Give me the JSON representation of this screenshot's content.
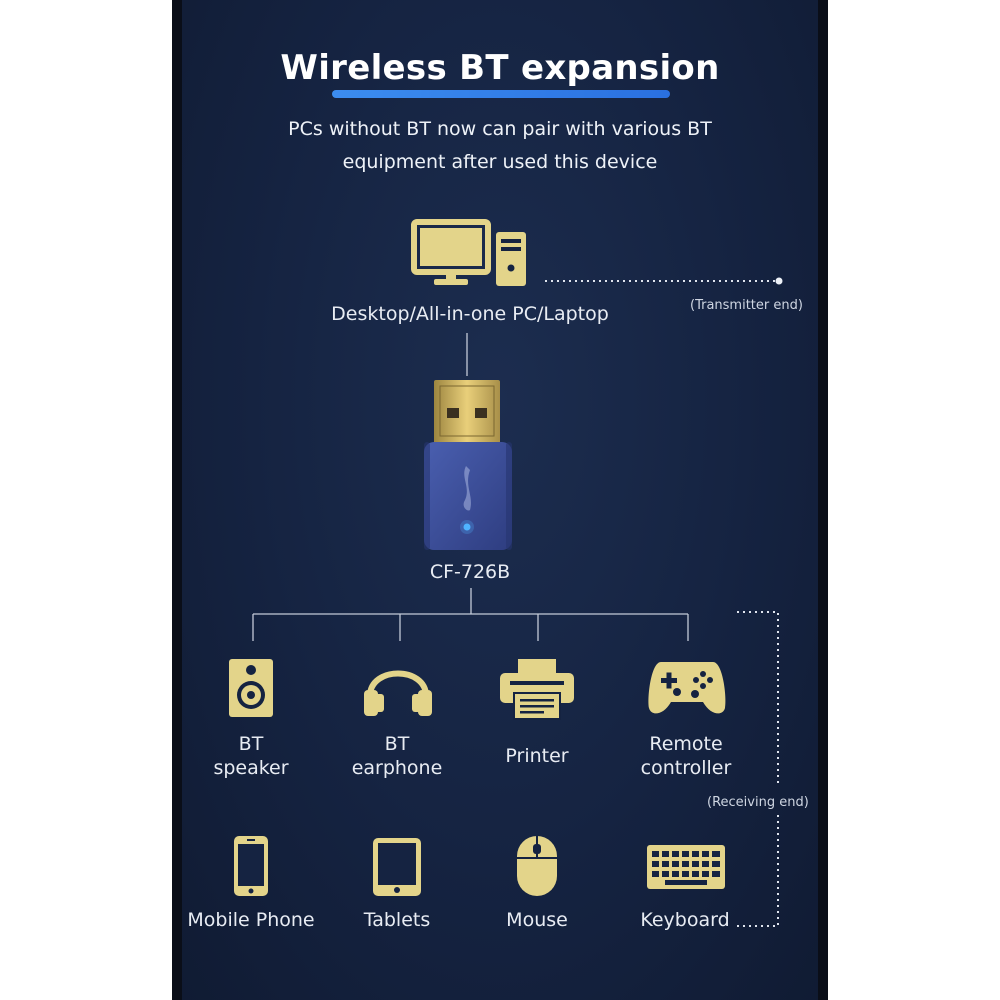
{
  "title": "Wireless BT expansion",
  "subtitle_line1": "PCs without BT now can pair with various BT",
  "subtitle_line2": "equipment after used this device",
  "pc_label": "Desktop/All-in-one PC/Laptop",
  "transmitter_label": "(Transmitter end)",
  "device_label": "CF-726B",
  "receiving_label": "(Receiving end)",
  "devices_row1": [
    {
      "line1": "BT",
      "line2": "speaker",
      "icon": "speaker-icon"
    },
    {
      "line1": "BT",
      "line2": "earphone",
      "icon": "headphones-icon"
    },
    {
      "line1": "Printer",
      "line2": "",
      "icon": "printer-icon"
    },
    {
      "line1": "Remote",
      "line2": "controller",
      "icon": "gamepad-icon"
    }
  ],
  "devices_row2": [
    {
      "label": "Mobile Phone",
      "icon": "phone-icon"
    },
    {
      "label": "Tablets",
      "icon": "tablet-icon"
    },
    {
      "label": "Mouse",
      "icon": "mouse-icon"
    },
    {
      "label": "Keyboard",
      "icon": "keyboard-icon"
    }
  ],
  "colors": {
    "background": "#152341",
    "icon_gold": "#e3d48a",
    "accent_bar": "#3a86ef",
    "dongle_blue": "#3c4f9a",
    "led": "#4fb4ff"
  }
}
